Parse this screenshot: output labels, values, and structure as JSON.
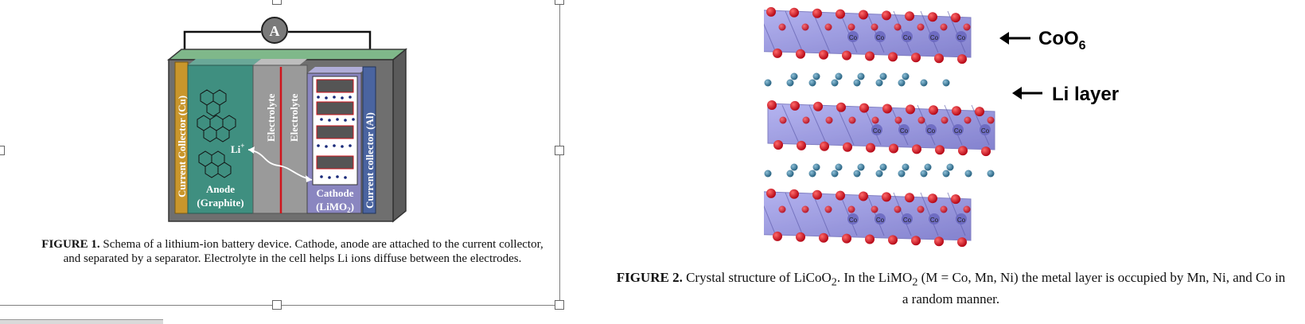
{
  "figure1": {
    "ammeter_label": "A",
    "current_collector_cu": "Current Collector (Cu)",
    "current_collector_al": "Current collector (Al)",
    "electrolyte_left": "Electrolyte",
    "electrolyte_right": "Electrolyte",
    "li_label": "Li",
    "li_superscript": "+",
    "anode_line1": "Anode",
    "anode_line2": "(Graphite)",
    "cathode_line1": "Cathode",
    "cathode_line2": "(LiMO",
    "cathode_line2_sub": "2",
    "cathode_line2_end": ")",
    "caption_label": "FIGURE 1.",
    "caption_text": " Schema of a lithium-ion battery device. Cathode, anode are attached to the current collector, and separated by a separator. Electrolyte in the cell helps Li ions diffuse between the electrodes."
  },
  "figure2": {
    "coo6_prefix": "CoO",
    "coo6_sub": "6",
    "li_layer_label": "Li layer",
    "co_atom_label": "Co",
    "caption_label": "FIGURE 2.",
    "caption_part1": " Crystal structure of LiCoO",
    "caption_sub1": "2",
    "caption_part2": ". In the LiMO",
    "caption_sub2": "2",
    "caption_part3": " (M = Co, Mn, Ni) the metal layer is occupied by Mn, Ni, and Co in a random manner."
  },
  "colors": {
    "anode_green": "#3f8f80",
    "electrolyte_gray": "#9a9a9a",
    "cathode_purple": "#8a86c0",
    "copper": "#c9962c",
    "aluminum_blue": "#4a64a0",
    "octahedra": "#8f8ee0",
    "oxygen_red": "#d0141c",
    "lithium_teal": "#2a6a8a"
  }
}
